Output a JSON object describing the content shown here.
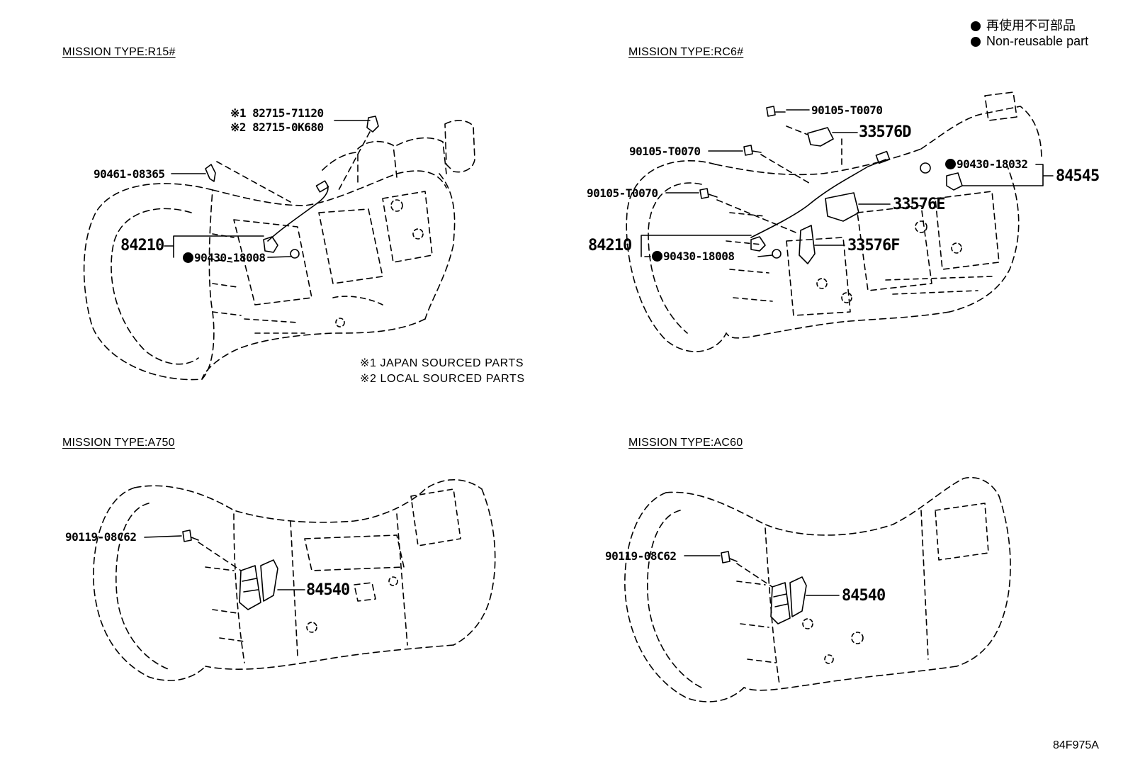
{
  "legend": {
    "jp": "再使用不可部品",
    "en": "Non-reusable part"
  },
  "diagram_code": "84F975A",
  "quadrants": {
    "r15": {
      "title": "MISSION TYPE:R15#",
      "labels": {
        "note1_part": "※1 82715-71120",
        "note2_part": "※2 82715-0K680",
        "clamp": "90461-08365",
        "switch": "84210",
        "gasket": "90430-18008"
      },
      "footnotes": [
        "※1 JAPAN SOURCED PARTS",
        "※2 LOCAL SOURCED PARTS"
      ]
    },
    "rc6": {
      "title": "MISSION TYPE:RC6#",
      "labels": {
        "bolt_a": "90105-T0070",
        "bolt_b": "90105-T0070",
        "bolt_c": "90105-T0070",
        "bracket_d": "33576D",
        "bracket_e": "33576E",
        "bracket_f": "33576F",
        "gasket_b": "90430-18032",
        "sensor": "84545",
        "switch": "84210",
        "gasket": "90430-18008"
      }
    },
    "a750": {
      "title": "MISSION TYPE:A750",
      "labels": {
        "bolt": "90119-08C62",
        "switch": "84540"
      }
    },
    "ac60": {
      "title": "MISSION TYPE:AC60",
      "labels": {
        "bolt": "90119-08C62",
        "switch": "84540"
      }
    }
  }
}
